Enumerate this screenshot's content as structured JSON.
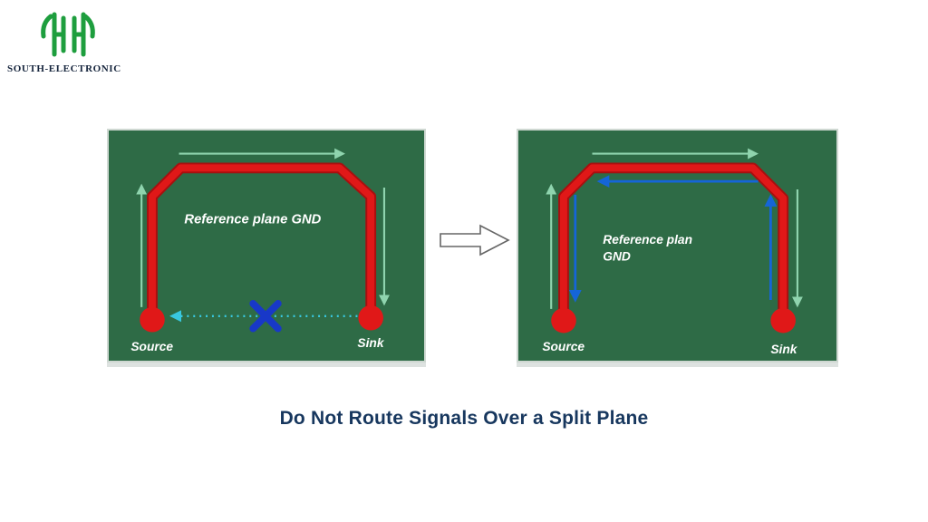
{
  "logo": {
    "company_name": "SOUTH-ELECTRONIC"
  },
  "caption": "Do Not Route Signals Over a Split Plane",
  "diagram_left": {
    "reference_plane_label": "Reference plane GND",
    "source_label": "Source",
    "sink_label": "Sink"
  },
  "diagram_right": {
    "reference_plane_label_line1": "Reference plan",
    "reference_plane_label_line2": "GND",
    "source_label": "Source",
    "sink_label": "Sink"
  },
  "colors": {
    "board_green": "#2e6b46",
    "trace_red": "#e01818",
    "trace_red_edge": "#a80f0f",
    "return_green": "#8fd4ae",
    "return_blue": "#1565d8",
    "blocked_cyan": "#38c8e0",
    "block_x_blue": "#1838c8",
    "caption_navy": "#17375e",
    "logo_green": "#1e9e3e"
  }
}
